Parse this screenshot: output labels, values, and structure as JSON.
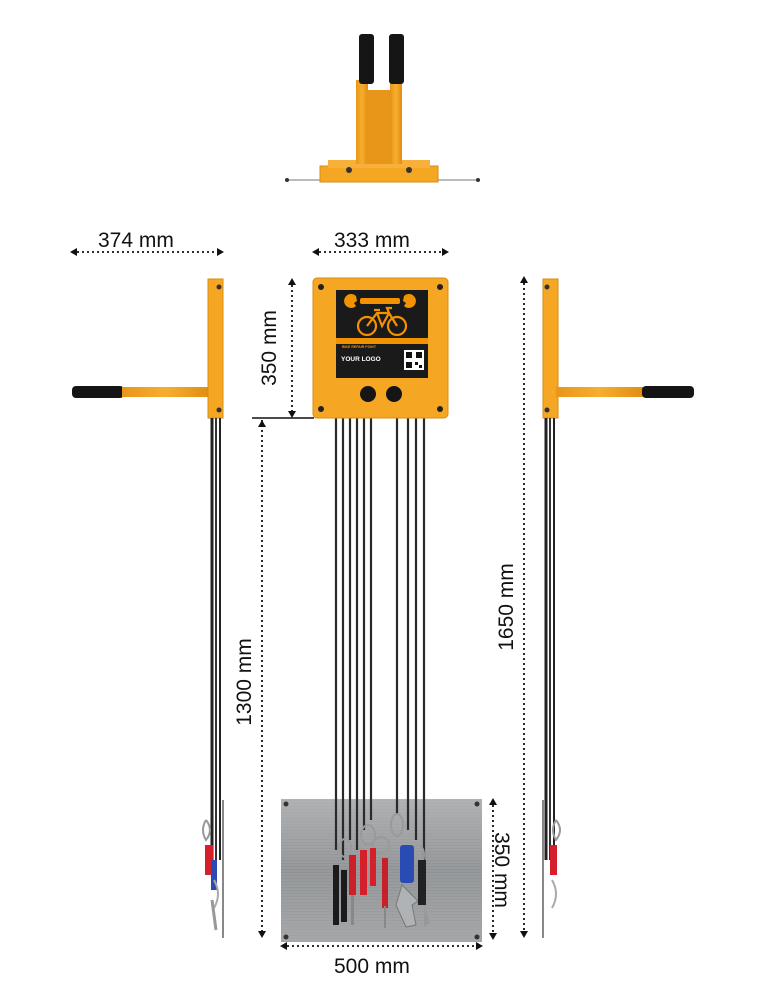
{
  "dimensions": {
    "side_depth": "374 mm",
    "box_width": "333 mm",
    "box_height": "350 mm",
    "cable_length": "1300 mm",
    "total_height": "1650 mm",
    "plate_height": "350 mm",
    "plate_width": "500 mm"
  },
  "board": {
    "heading": "BIKE REPAIR POINT",
    "logo_placeholder": "YOUR LOGO"
  },
  "icons": [
    "wrench-icon",
    "bicycle-icon",
    "qr-code-icon"
  ],
  "colors": {
    "frame_orange": "#F5A623",
    "frame_orange_dark": "#D98C10",
    "panel_black": "#1A1A1A",
    "accent_orange": "#F39200",
    "grip_black": "#151515",
    "plate_steel": "#9A9C9E"
  }
}
